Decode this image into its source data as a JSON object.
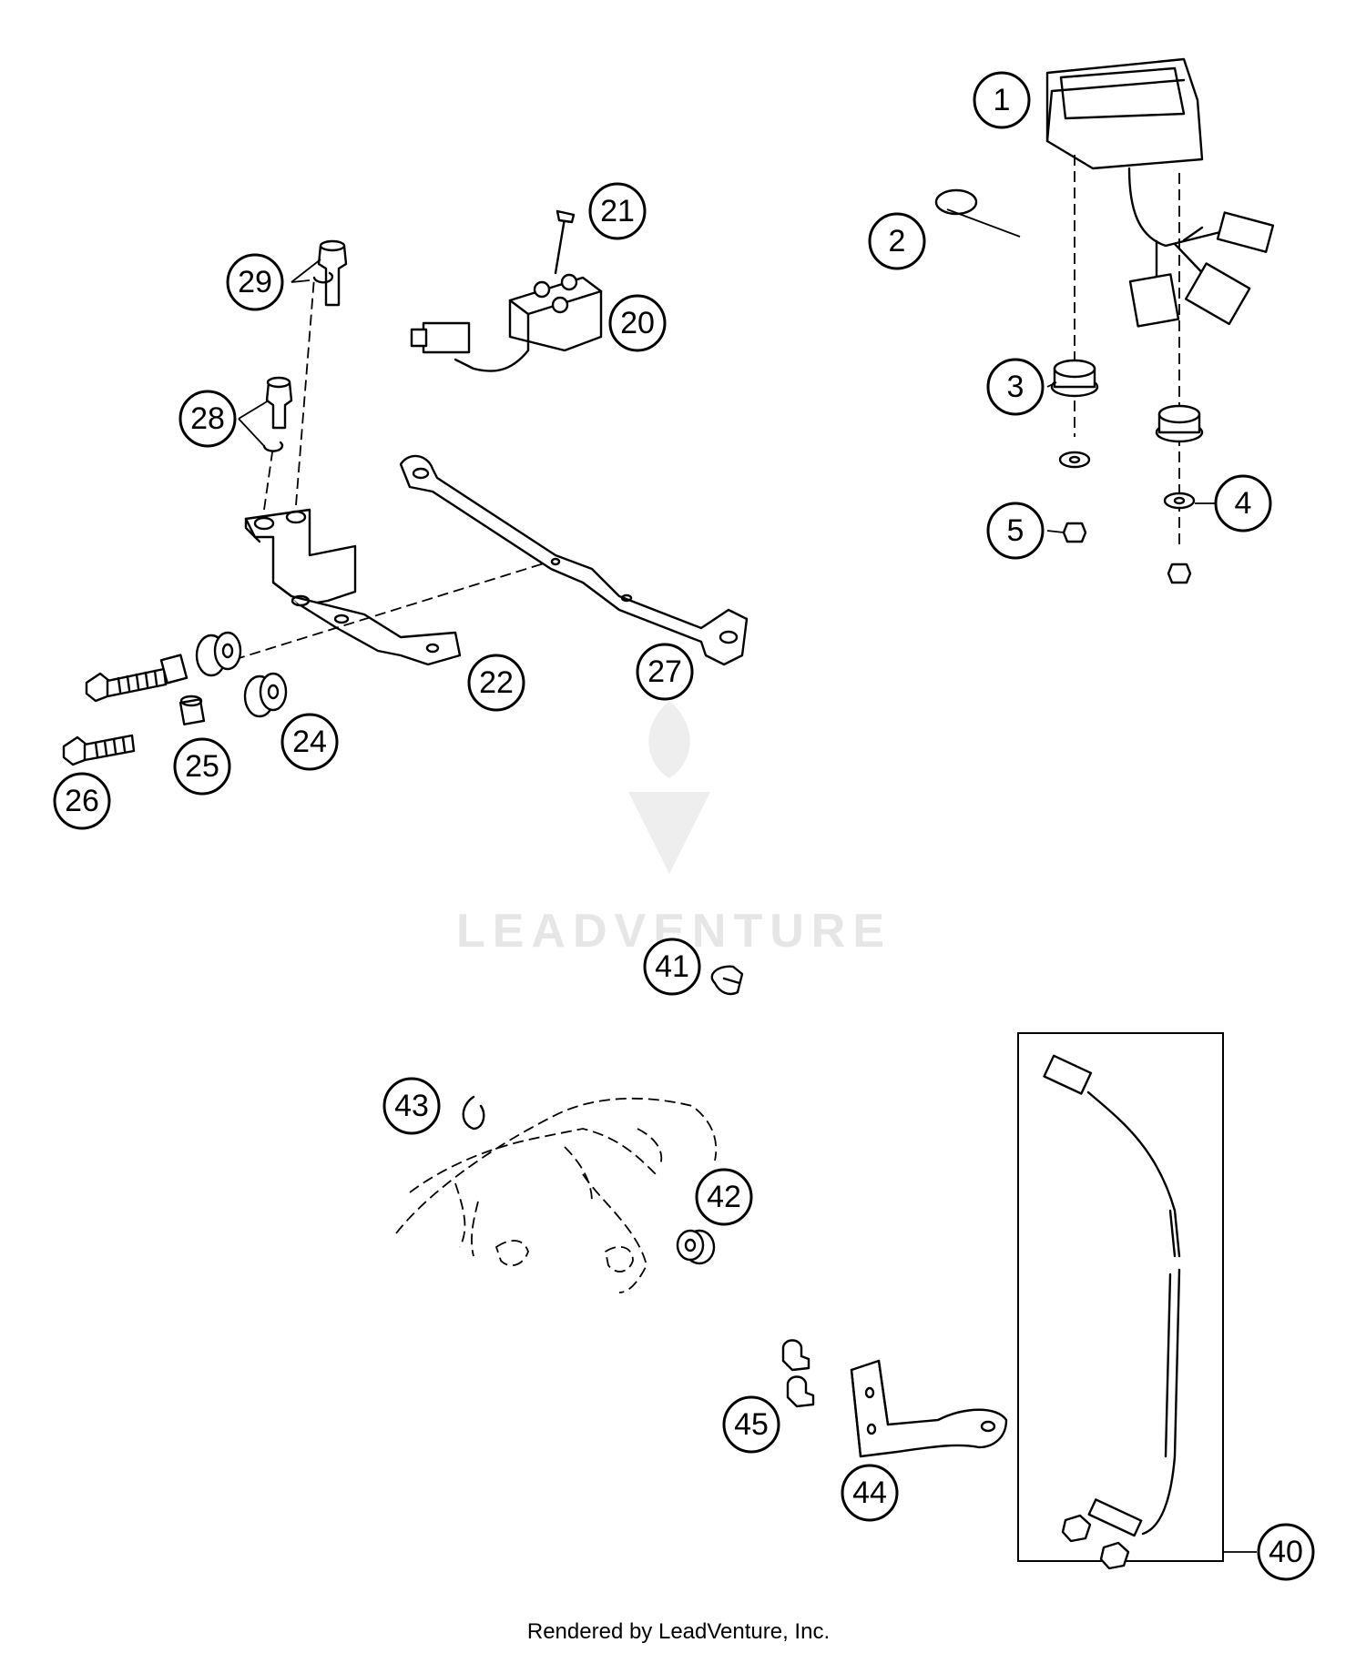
{
  "watermark": {
    "text": "LEADVENTURE"
  },
  "footer": {
    "text": "Rendered by LeadVenture, Inc."
  },
  "callouts": [
    {
      "label": "1"
    },
    {
      "label": "2"
    },
    {
      "label": "3"
    },
    {
      "label": "4"
    },
    {
      "label": "5"
    },
    {
      "label": "20"
    },
    {
      "label": "21"
    },
    {
      "label": "22"
    },
    {
      "label": "24"
    },
    {
      "label": "25"
    },
    {
      "label": "26"
    },
    {
      "label": "27"
    },
    {
      "label": "28"
    },
    {
      "label": "29"
    },
    {
      "label": "40"
    },
    {
      "label": "41"
    },
    {
      "label": "42"
    },
    {
      "label": "43"
    },
    {
      "label": "44"
    },
    {
      "label": "45"
    }
  ]
}
